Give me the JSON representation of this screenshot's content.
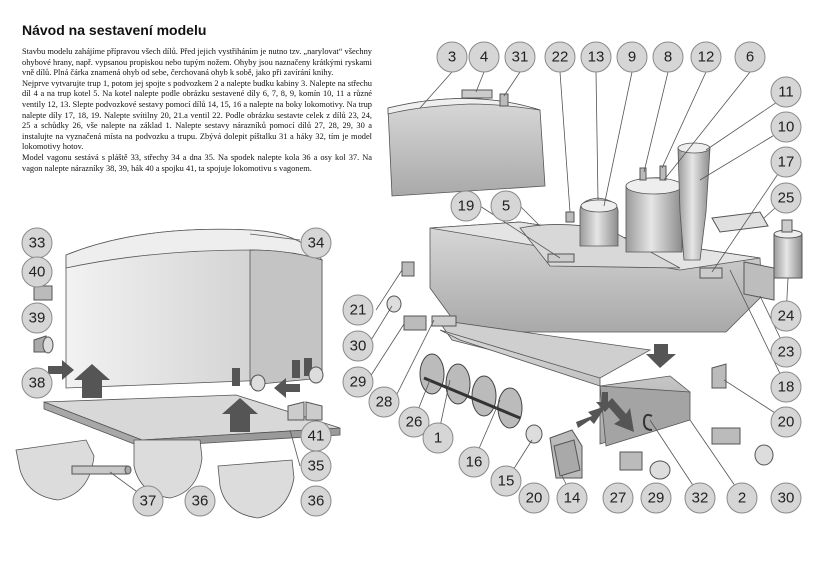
{
  "title": "Návod na sestavení modelu",
  "paragraphs": [
    "Stavbu modelu zahájíme přípravou všech dílů. Před jejich vystřiháním je nutno tzv. „narylovat“ všechny ohybové hrany, např. vypsanou propiskou nebo tupým nožem. Ohyby jsou naznačeny krátkými ryskami vně dílů. Plná čárka znamená ohyb od sebe, čerchovaná ohyb k sobě, jako při zavírání knihy.",
    "Nejprve vytvarujte trup 1, potom jej spojte s podvozkem 2 a nalepte budku kabiny 3. Nalepte na střechu díl 4 a na trup kotel 5. Na kotel nalepte podle obrázku sestavené díly 6, 7, 8, 9, komín 10, 11 a různé ventily 12, 13. Slepte podvozkové sestavy pomocí dílů 14, 15, 16 a nalepte na boky lokomotivy. Na trup nalepte díly 17, 18, 19. Nalepte svítilny 20, 21.a ventil 22. Podle obrázku sestavte celek z dílů 23, 24, 25 a schůdky 26, vše nalepte na základ 1. Nalepte sestavy nárazníků pomocí dílů 27, 28, 29, 30 a instalujte na vyznačená místa na podvozku a trupu. Zbývá dolepit píštalku 31 a háky 32, tím je model lokomotivy hotov.",
    "Model vagonu sestává s pláště 33, střechy 34 a dna 35. Na spodek nalepte kola 36 a osy kol 37. Na vagon nalepte nárazníky 38, 39, hák 40 a spojku 41, ta spojuje lokomotivu s vagonem."
  ],
  "locomotive_labels": [
    "3",
    "4",
    "31",
    "22",
    "13",
    "9",
    "8",
    "12",
    "6",
    "11",
    "10",
    "17",
    "25",
    "19",
    "5",
    "21",
    "30",
    "29",
    "28",
    "26",
    "1",
    "16",
    "15",
    "20",
    "14",
    "27",
    "29",
    "32",
    "2",
    "30",
    "24",
    "23",
    "18",
    "20"
  ],
  "wagon_labels": [
    "33",
    "34",
    "40",
    "39",
    "38",
    "41",
    "35",
    "37",
    "36",
    "36"
  ]
}
